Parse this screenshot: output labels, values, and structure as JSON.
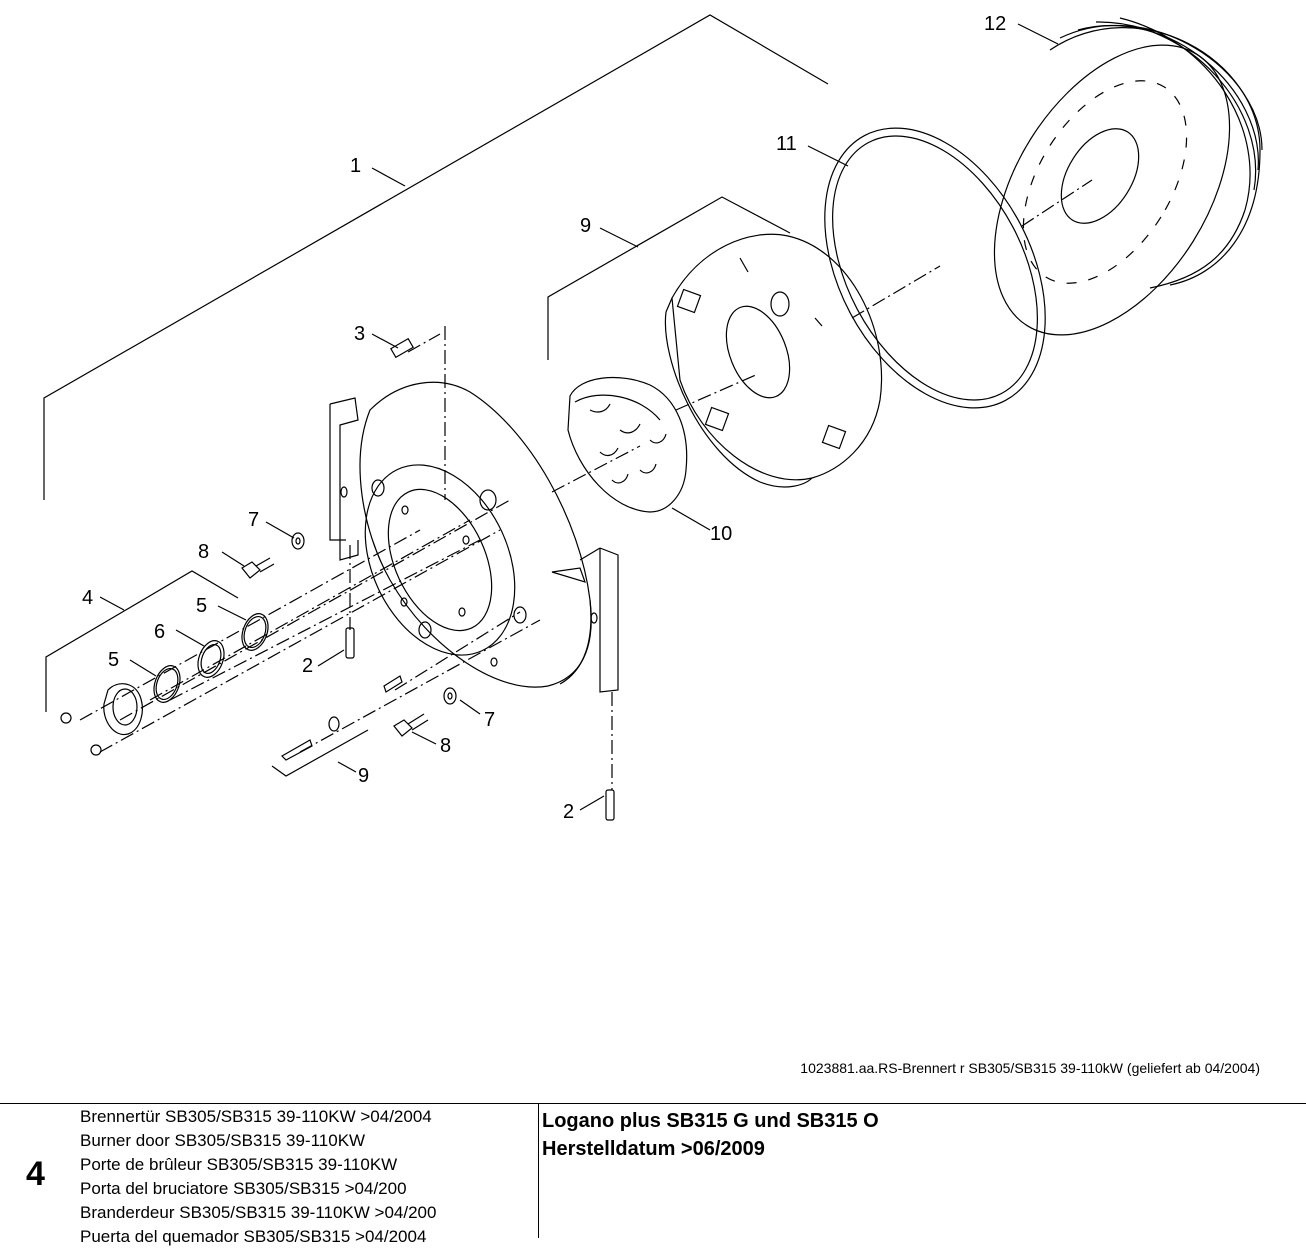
{
  "callouts": [
    {
      "id": "1",
      "label": "1"
    },
    {
      "id": "2a",
      "label": "2"
    },
    {
      "id": "2b",
      "label": "2"
    },
    {
      "id": "3",
      "label": "3"
    },
    {
      "id": "4",
      "label": "4"
    },
    {
      "id": "5a",
      "label": "5"
    },
    {
      "id": "5b",
      "label": "5"
    },
    {
      "id": "6",
      "label": "6"
    },
    {
      "id": "7a",
      "label": "7"
    },
    {
      "id": "7b",
      "label": "7"
    },
    {
      "id": "8a",
      "label": "8"
    },
    {
      "id": "8b",
      "label": "8"
    },
    {
      "id": "9a",
      "label": "9"
    },
    {
      "id": "9b",
      "label": "9"
    },
    {
      "id": "10",
      "label": "10"
    },
    {
      "id": "11",
      "label": "11"
    },
    {
      "id": "12",
      "label": "12"
    }
  ],
  "caption": "1023881.aa.RS-Brennert  r SB305/SB315 39-110kW (geliefert ab 04/2004)",
  "section_number": "4",
  "descriptions": [
    "Brennertür SB305/SB315 39-110KW >04/2004",
    "Burner door SB305/SB315 39-110KW",
    "Porte de brûleur SB305/SB315 39-110KW",
    "Porta del bruciatore SB305/SB315 >04/200",
    "Branderdeur SB305/SB315 39-110KW >04/200",
    "Puerta del quemador SB305/SB315 >04/2004"
  ],
  "product": {
    "title": "Logano plus SB315 G und SB315 O",
    "date": "Herstelldatum >06/2009"
  }
}
